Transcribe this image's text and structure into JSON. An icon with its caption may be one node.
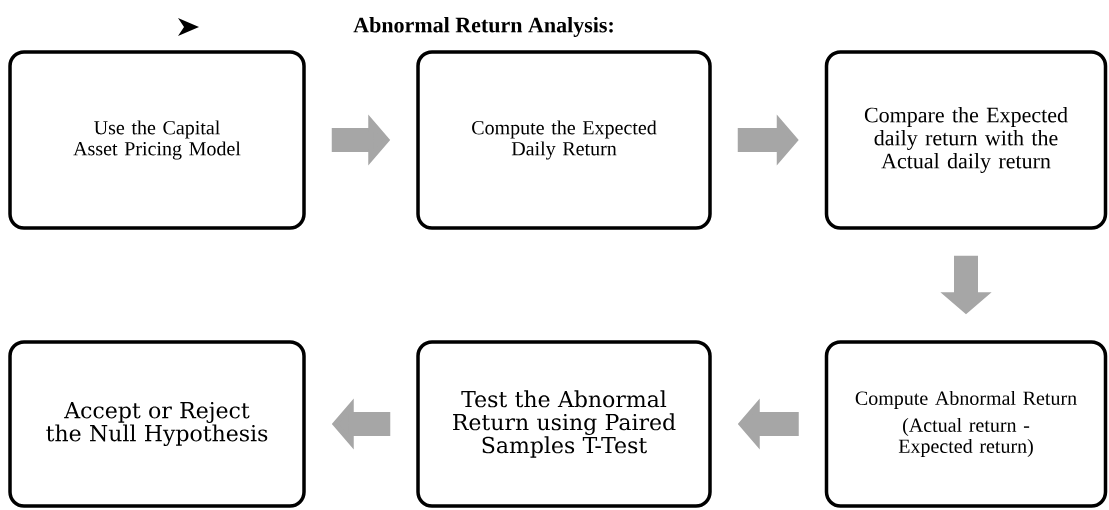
{
  "diagram": {
    "title": "Abnormal Return Analysis:",
    "nodes": [
      {
        "text": [
          "Use the Capital Asset Pricing Model"
        ]
      },
      {
        "text": [
          "Compute the Expected Daily Return"
        ]
      },
      {
        "text": [
          "Compare the Expected daily return with the Actual daily return"
        ]
      },
      {
        "text": [
          "Accept or Reject the Null Hypothesis"
        ]
      },
      {
        "text": [
          "Test the Abnormal Return using Paired Samples T-Test"
        ]
      },
      {
        "text": [
          "Compute Abnormal Return",
          "(Actual return - Expected return)"
        ]
      }
    ],
    "edges": [
      {
        "from": 0,
        "to": 1,
        "arrow": "to"
      },
      {
        "from": 1,
        "to": 2,
        "arrow": "to"
      },
      {
        "from": 2,
        "to": 5,
        "arrow": "to"
      },
      {
        "from": 5,
        "to": 4,
        "arrow": "to"
      },
      {
        "from": 4,
        "to": 3,
        "arrow": "to"
      }
    ]
  }
}
